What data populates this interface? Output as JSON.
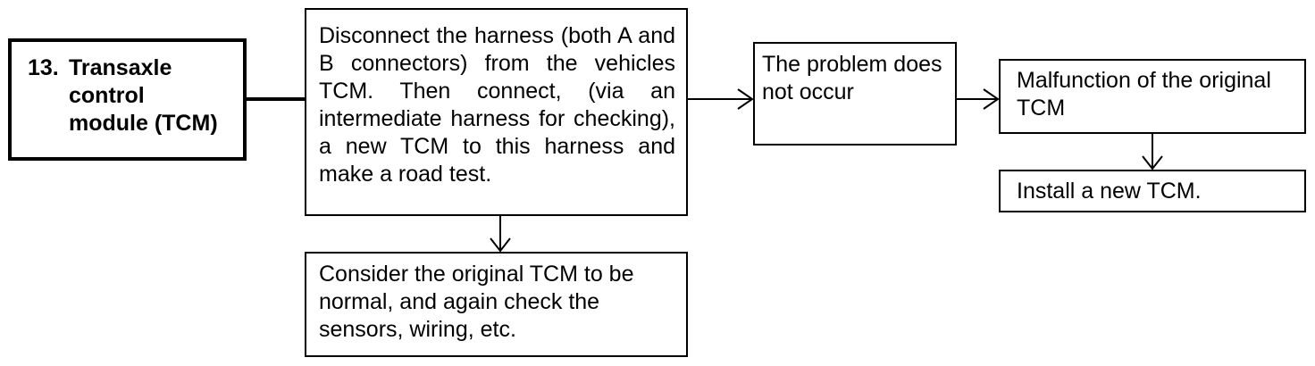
{
  "boxes": {
    "tcm": {
      "number": "13.",
      "lines": [
        "Transaxle",
        "control",
        "module (TCM)"
      ]
    },
    "disconnect": {
      "text": "Disconnect the harness (both A and B connectors) from the vehicles TCM. Then connect, (via an intermediate harness for checking), a new TCM to this harness and make a road test."
    },
    "consider": {
      "text": "Consider the original TCM to be normal, and again check the sensors, wiring, etc."
    },
    "problem": {
      "text": "The problem does not occur"
    },
    "malfunction": {
      "text": "Malfunction of the original TCM"
    },
    "install": {
      "text": "Install a new TCM."
    }
  }
}
